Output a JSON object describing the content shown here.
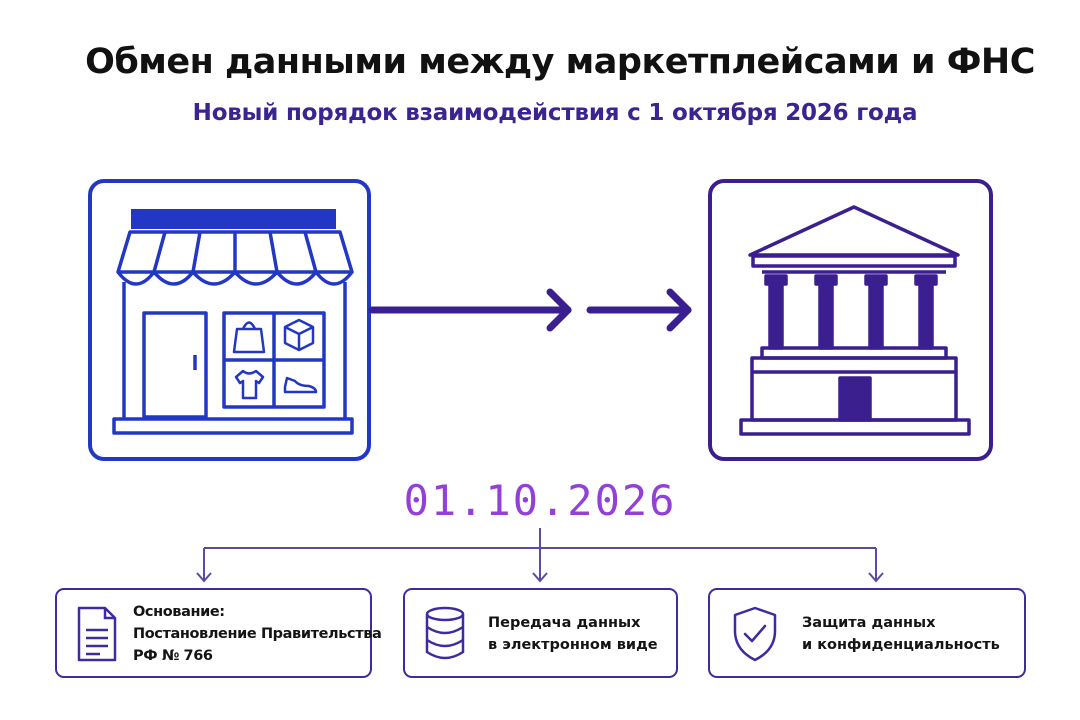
{
  "header": {
    "title": "Обмен данными между маркетплейсами и ФНС",
    "subtitle": "Новый порядок взаимодействия с 1 октября 2026 года"
  },
  "flow": {
    "source_icon": "storefront-icon",
    "target_icon": "government-building-icon",
    "date": "01.10.2026"
  },
  "cards": [
    {
      "icon": "document-icon",
      "lines": [
        "Основание:",
        "Постановление Правительства",
        "РФ № 766"
      ]
    },
    {
      "icon": "database-icon",
      "lines": [
        "Передача данных",
        "в электронном виде"
      ]
    },
    {
      "icon": "shield-check-icon",
      "lines": [
        "Защита данных",
        "и конфиденциальность"
      ]
    }
  ],
  "colors": {
    "blue": "#2238c4",
    "indigo": "#3b1f8f",
    "date_purple": "#9340d8",
    "title": "#111111"
  }
}
